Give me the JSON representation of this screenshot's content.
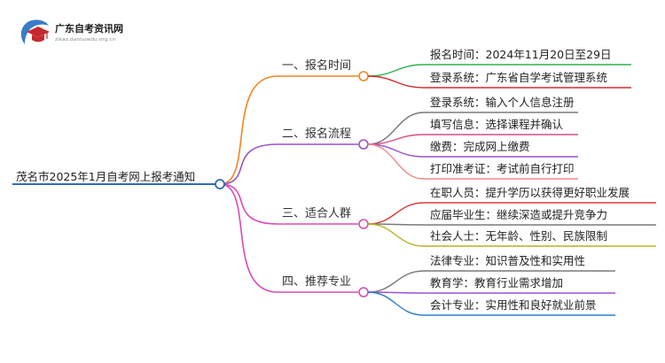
{
  "logo": {
    "name": "广东自考资讯网",
    "url": "zikao.danluoedu.org.cn",
    "icon": "graduation-cap-icon",
    "colors": {
      "primary": "#c8282f",
      "secondary": "#3a7bc8"
    }
  },
  "root": {
    "label": "茂名市2025年1月自考网上报考通知",
    "color": "#2f6db5"
  },
  "branches": [
    {
      "label": "一、报名时间",
      "color": "#f2841e",
      "children": [
        {
          "label": "报名时间：2024年11月20日至29日",
          "color": "#2db34a"
        },
        {
          "label": "登录系统：广东省自学考试管理系统",
          "color": "#d62b2b"
        }
      ]
    },
    {
      "label": "二、报名流程",
      "color": "#9b51c9",
      "children": [
        {
          "label": "登录系统：输入个人信息注册",
          "color": "#7a7a7a"
        },
        {
          "label": "填写信息：选择课程并确认",
          "color": "#d94b84"
        },
        {
          "label": "缴费：完成网上缴费",
          "color": "#9b51c9"
        },
        {
          "label": "打印准考证：考试前自行打印",
          "color": "#f08a8a"
        }
      ]
    },
    {
      "label": "三、适合人群",
      "color": "#d94bb4",
      "children": [
        {
          "label": "在职人员：提升学历以获得更好职业发展",
          "color": "#d63a3a"
        },
        {
          "label": "应届毕业生：继续深造或提升竞争力",
          "color": "#7a7a7a"
        },
        {
          "label": "社会人士：无年龄、性别、民族限制",
          "color": "#b8b021"
        }
      ]
    },
    {
      "label": "四、推荐专业",
      "color": "#d94bb4",
      "children": [
        {
          "label": "法律专业：知识普及性和实用性",
          "color": "#7a7a7a"
        },
        {
          "label": "教育学：教育行业需求增加",
          "color": "#9b51c9"
        },
        {
          "label": "会计专业：实用性和良好就业前景",
          "color": "#2e7fd1"
        }
      ]
    }
  ]
}
